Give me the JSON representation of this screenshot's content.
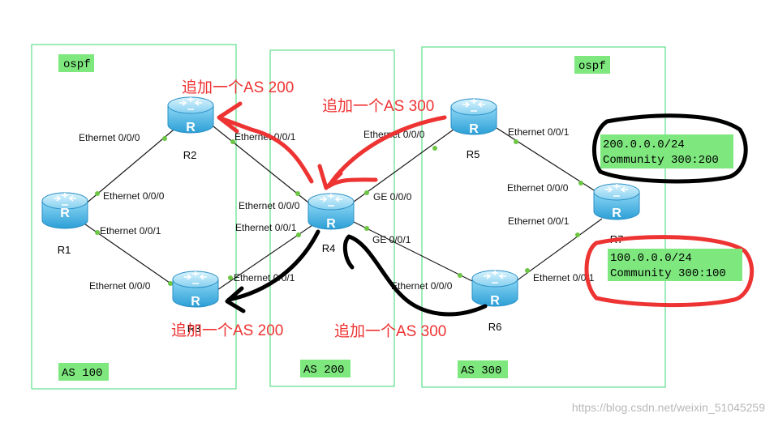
{
  "areas": {
    "as100": {
      "ospf_label": "ospf",
      "as_label": "AS 100"
    },
    "as200": {
      "as_label": "AS 200"
    },
    "as300": {
      "ospf_label": "ospf",
      "as_label": "AS 300"
    }
  },
  "routers": {
    "R1": "R1",
    "R2": "R2",
    "R3": "R3",
    "R4": "R4",
    "R5": "R5",
    "R6": "R6",
    "R7": "R7"
  },
  "router_glyph": "R",
  "interfaces": {
    "r1_e000": "Ethernet 0/0/0",
    "r1_e001": "Ethernet 0/0/1",
    "r2_e000": "Ethernet 0/0/0",
    "r2_e001": "Ethernet 0/0/1",
    "r3_e000": "Ethernet 0/0/0",
    "r3_e001": "Ethernet 0/0/1",
    "r4_e000": "Ethernet 0/0/0",
    "r4_e001": "Ethernet 0/0/1",
    "r4_ge000": "GE 0/0/0",
    "r4_ge001": "GE 0/0/1",
    "r5_e000": "Ethernet 0/0/0",
    "r5_e001": "Ethernet 0/0/1",
    "r6_e000": "Ethernet 0/0/0",
    "r6_e001": "Ethernet 0/0/1",
    "r7_e000": "Ethernet 0/0/0",
    "r7_e001": "Ethernet 0/0/1"
  },
  "annotations": {
    "r2_add": "追加一个AS 200",
    "r5_add": "追加一个AS 300",
    "r3_add": "追加一个AS 200",
    "r6_add": "追加一个AS 300"
  },
  "routes": {
    "route1_prefix": "200.0.0.0/24",
    "route1_community": "Community 300:200",
    "route2_prefix": "100.0.0.0/24",
    "route2_community": "Community 300:100"
  },
  "watermark": "https://blog.csdn.net/weixin_51045259",
  "colors": {
    "area_border": "#5ee08a",
    "label_bg": "#7ee87e",
    "router_body": "#4fb8e6",
    "link_dot": "#6cc644",
    "annotation_red": "#ee3333",
    "ink_black": "#000000"
  }
}
